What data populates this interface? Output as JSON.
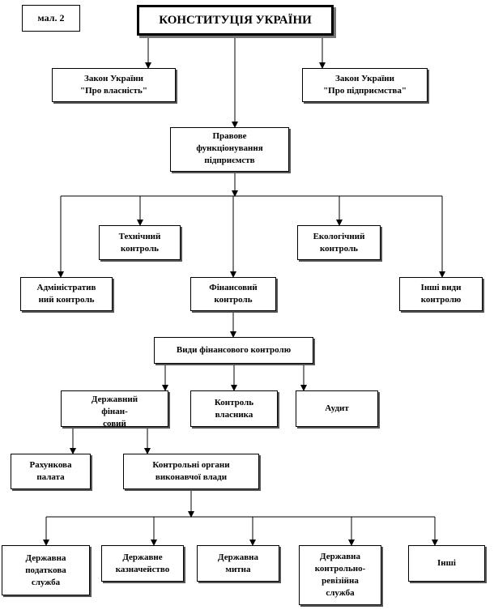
{
  "figure_label": "мал. 2",
  "title": "КОНСТИТУЦІЯ УКРАЇНИ",
  "nodes": {
    "law_property": "Закон України\n\"Про власність\"",
    "law_enterprise": "Закон України\n\"Про підприємства\"",
    "legal": "Правове\nфункціонування\nпідприємств",
    "technical": "Технічний\nконтроль",
    "ecological": "Екологічний\nконтроль",
    "administrative": "Адміністратив\nний контроль",
    "financial": "Фінансовий\nконтроль",
    "other_control": "Інші види\nконтролю",
    "fin_types": "Види фінансового контролю",
    "state_fin": "Державний\nфінан-\nсовий",
    "owner_control": "Контроль\nвласника",
    "audit": "Аудит",
    "accounting_chamber": "Рахункова\nпалата",
    "exec_bodies": "Контрольні органи\nвиконавчої влади",
    "tax_service": "Державна\nподаткова\nслужба",
    "treasury": "Державне\nказначейство",
    "customs": "Державна\nмитна",
    "audit_service": "Державна\nконтрольно-\nревізійна\nслужба",
    "others": "Інші"
  }
}
